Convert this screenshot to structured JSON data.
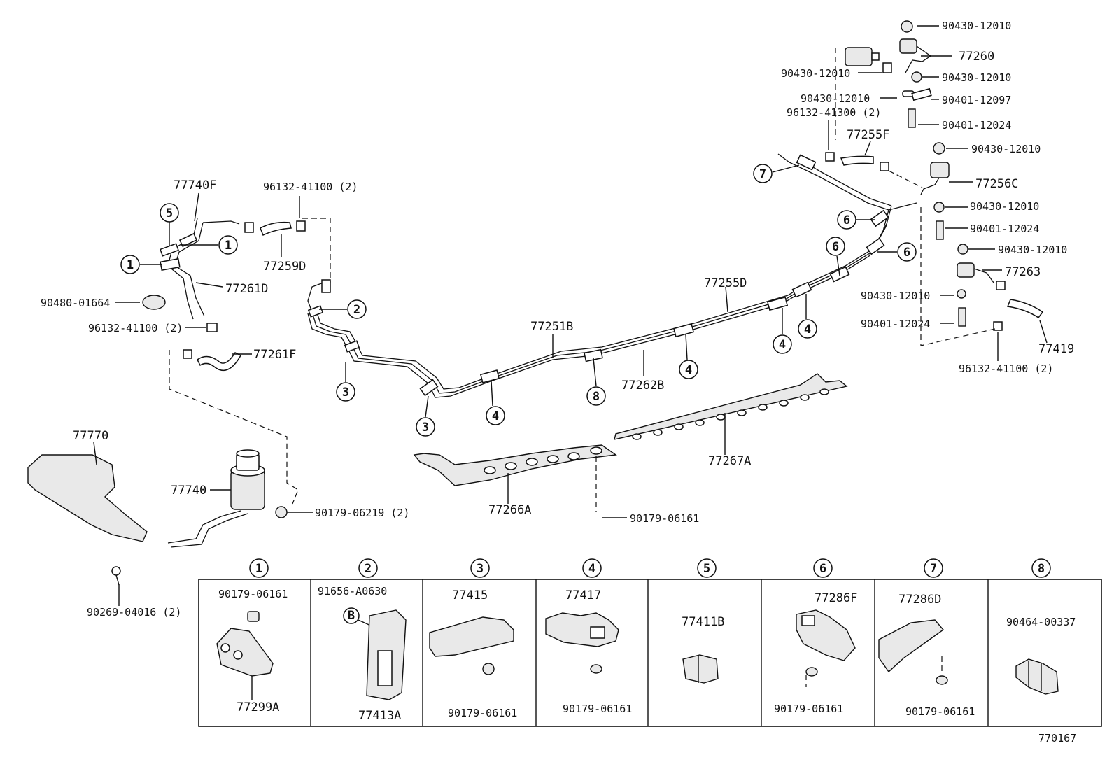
{
  "figure_id": "770167",
  "part_labels": {
    "p90430_a": "90430-12010",
    "p77260": "77260",
    "p90430_b": "90430-12010",
    "p90430_c": "90430-12010",
    "p90430_d": "90430-12010",
    "p90401_a": "90401-12097",
    "p96132_a": "96132-41300 (2)",
    "p90401_b": "90401-12024",
    "p77255F": "77255F",
    "p90430_e": "90430-12010",
    "p77256C": "77256C",
    "p90430_f": "90430-12010",
    "p90401_c": "90401-12024",
    "p90430_g": "90430-12010",
    "p77263": "77263",
    "p90430_h": "90430-12010",
    "p90401_d": "90401-12024",
    "p77419": "77419",
    "p96132_b": "96132-41100 (2)",
    "p77255D": "77255D",
    "p77251B": "77251B",
    "p77262B": "77262B",
    "p77267A": "77267A",
    "p77266A": "77266A",
    "p90179_a": "90179-06161",
    "p77740F": "77740F",
    "p96132_c": "96132-41100 (2)",
    "p77259D": "77259D",
    "p77261D": "77261D",
    "p90480": "90480-01664",
    "p96132_d": "96132-41100 (2)",
    "p77261F": "77261F",
    "p77770": "77770",
    "p77740": "77740",
    "p90179_b": "90179-06219 (2)",
    "p90269": "90269-04016 (2)"
  },
  "callouts": [
    "1",
    "2",
    "3",
    "4",
    "5",
    "6",
    "7",
    "8"
  ],
  "legend": [
    {
      "num": "1",
      "parts": [
        "90179-06161",
        "77299A"
      ]
    },
    {
      "num": "2",
      "parts": [
        "91656-A0630",
        "77413A"
      ],
      "marker": "B"
    },
    {
      "num": "3",
      "parts": [
        "77415",
        "90179-06161"
      ]
    },
    {
      "num": "4",
      "parts": [
        "77417",
        "90179-06161"
      ]
    },
    {
      "num": "5",
      "parts": [
        "77411B"
      ]
    },
    {
      "num": "6",
      "parts": [
        "77286F",
        "90179-06161"
      ]
    },
    {
      "num": "7",
      "parts": [
        "77286D",
        "90179-06161"
      ]
    },
    {
      "num": "8",
      "parts": [
        "90464-00337"
      ]
    }
  ]
}
